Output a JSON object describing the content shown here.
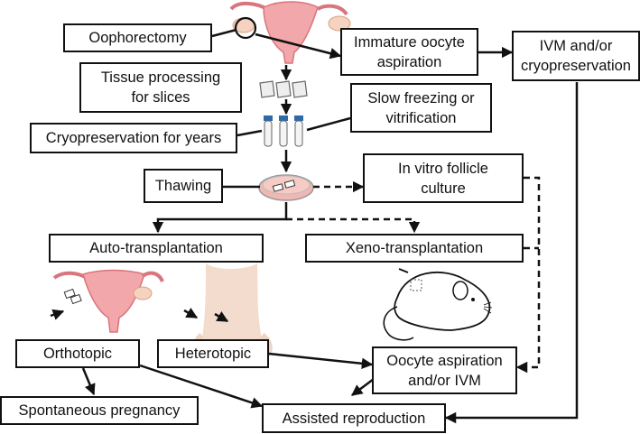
{
  "boxes": {
    "oophorectomy": "Oophorectomy",
    "tissue_processing": "Tissue processing\nfor slices",
    "cryopreservation_years": "Cryopreservation for years",
    "thawing": "Thawing",
    "immature_oocyte": "Immature oocyte\naspiration",
    "ivm_cryo": "IVM and/or\ncryopreservation",
    "slow_freezing": "Slow freezing or\nvitrification",
    "follicle_culture": "In vitro follicle\nculture",
    "auto_transplantation": "Auto-transplantation",
    "xeno_transplantation": "Xeno-transplantation",
    "orthotopic": "Orthotopic",
    "heterotopic": "Heterotopic",
    "oocyte_aspiration_ivm": "Oocyte aspiration\nand/or IVM",
    "spontaneous_pregnancy": "Spontaneous pregnancy",
    "assisted_reproduction": "Assisted reproduction"
  },
  "colors": {
    "line": "#111111",
    "uterus": "#f2a7ab",
    "uterus_dark": "#d9757c",
    "ovary": "#f6d2c0",
    "body_skin": "#f3dccd",
    "tube_cap": "#2f6aa8",
    "dish": "#f0b8b3"
  },
  "icons": [
    "uterus-ovary-illustration",
    "tissue-slices-icon",
    "cryovials-icon",
    "petri-dish-icon",
    "uterus-graft-illustration",
    "human-torso-illustration",
    "mouse-illustration"
  ]
}
